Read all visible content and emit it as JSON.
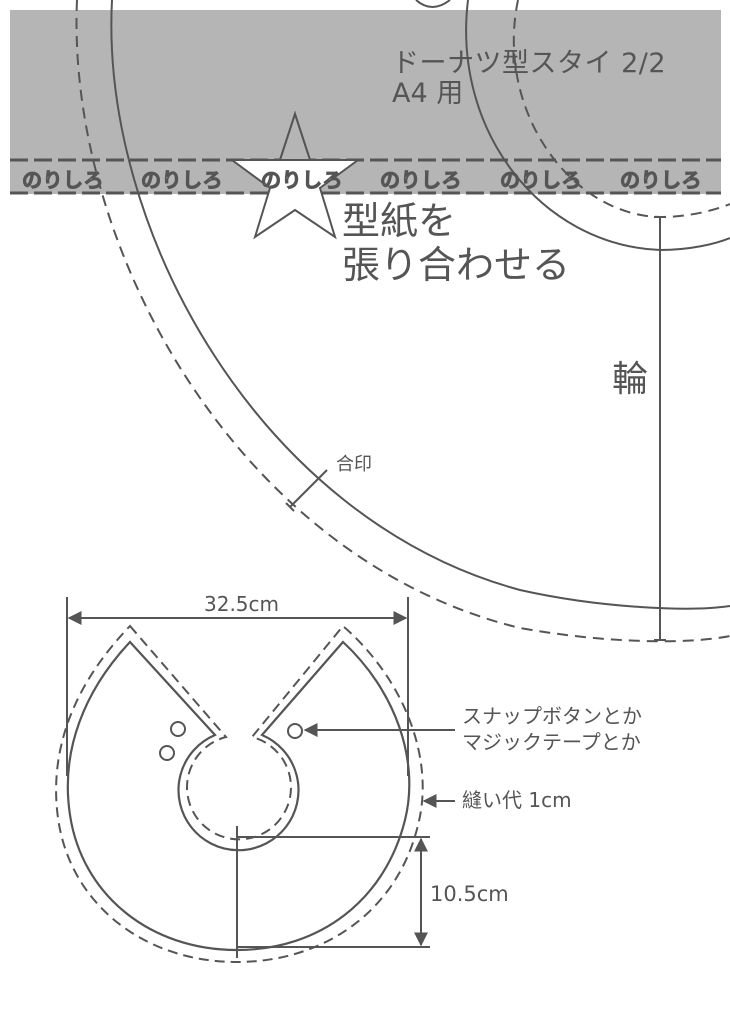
{
  "header": {
    "title": "ドーナツ型スタイ 2/2",
    "paper_size": "A4 用"
  },
  "glue_strip": {
    "labels": [
      "のりしろ",
      "のりしろ",
      "のりしろ",
      "のりしろ",
      "のりしろ",
      "のりしろ"
    ]
  },
  "instructions": {
    "line1": "型紙を",
    "line2": "張り合わせる"
  },
  "pattern_marks": {
    "fold_label": "輪",
    "notch_label": "合印"
  },
  "finished_diagram": {
    "width_dimension": "32.5cm",
    "height_dimension": "10.5cm",
    "fastener_note_line1": "スナップボタンとか",
    "fastener_note_line2": "マジックテープとか",
    "seam_allowance_note": "縫い代 1cm"
  },
  "colors": {
    "line": "#555555",
    "glue_area": "#b5b5b5",
    "background": "#ffffff"
  }
}
